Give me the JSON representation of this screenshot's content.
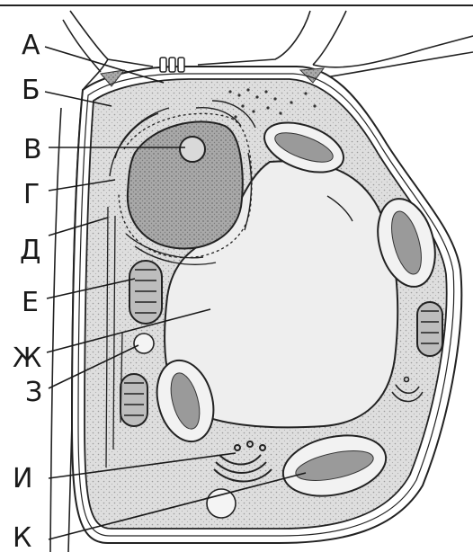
{
  "labels": {
    "a": "А",
    "b": "Б",
    "v": "В",
    "g": "Г",
    "d": "Д",
    "e": "Е",
    "zh": "Ж",
    "z": "З",
    "i": "И",
    "k": "К"
  },
  "colors": {
    "ink": "#1f1f1f",
    "cytoplasm": "#dcdcdc",
    "vacuole": "#ededed",
    "nucleus": "#9b9b9b",
    "wall": "#ffffff"
  }
}
